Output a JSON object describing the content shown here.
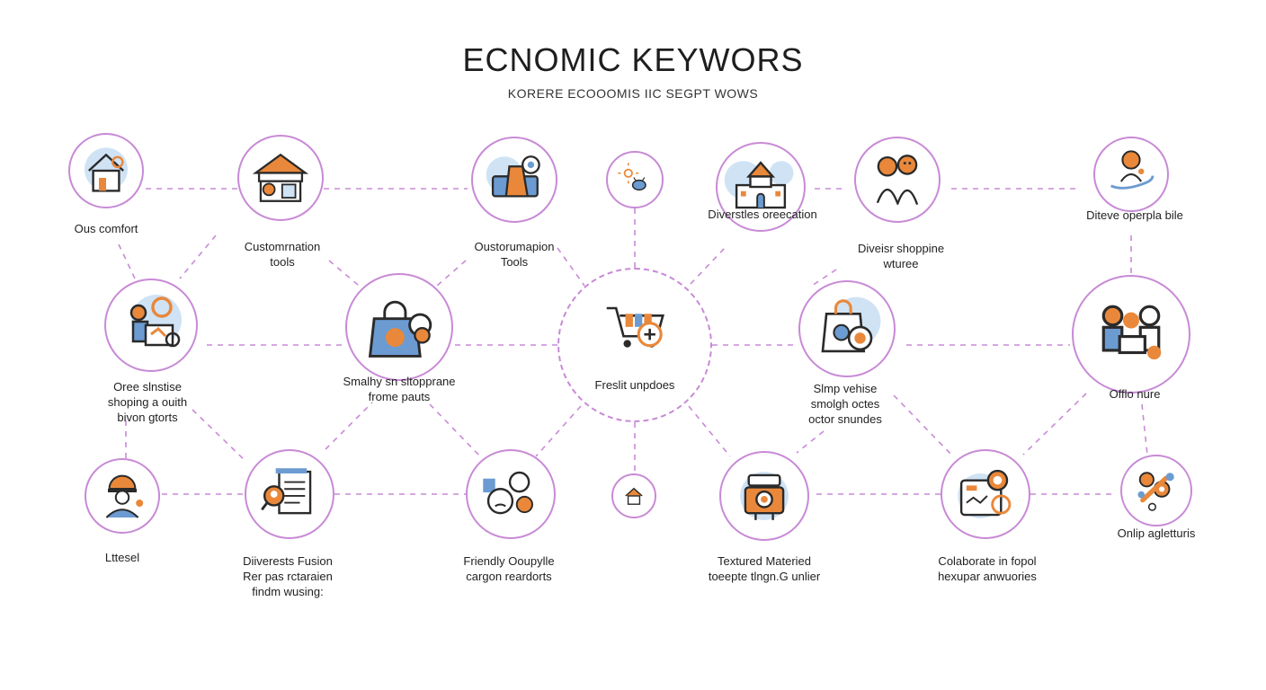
{
  "title": "ECNOMIC KEYWORS",
  "subtitle": "KORERE ECOOOMIS IIC SEGPT WOWS",
  "colors": {
    "accent": "#c88ad6",
    "orange": "#e9883a",
    "blue": "#6b9bd1",
    "lightblue": "#cfe3f5",
    "ink": "#2a2a2a"
  },
  "nodes": [
    {
      "id": "n1",
      "icon": "house-icon",
      "lines": [
        "Ous comfort"
      ]
    },
    {
      "id": "n2",
      "icon": "storefront-icon",
      "lines": [
        "Customrnation",
        "tools"
      ]
    },
    {
      "id": "n3",
      "icon": "printer-icon",
      "lines": [
        "Oustorumapion",
        "Tools"
      ]
    },
    {
      "id": "n4",
      "icon": "bug-sun-icon",
      "lines": []
    },
    {
      "id": "n5",
      "icon": "school-building-icon",
      "lines": [
        "Diverstles oreecation"
      ]
    },
    {
      "id": "n6",
      "icon": "two-people-icon",
      "lines": [
        "Diveisr shoppine",
        "wturee"
      ]
    },
    {
      "id": "n7",
      "icon": "hand-person-icon",
      "lines": [
        "Diteve operpla bile"
      ]
    },
    {
      "id": "n8",
      "icon": "shopper-icon",
      "lines": [
        "Oree slnstise",
        "shoping a ouith",
        "bivon gtorts"
      ]
    },
    {
      "id": "n9",
      "icon": "shopping-bag-icon",
      "lines": [
        "Smalhy sn sltopprane",
        "frome pauts"
      ]
    },
    {
      "id": "n10",
      "icon": "shopping-cart-icon",
      "lines": [
        "Freslit unpdoes"
      ]
    },
    {
      "id": "n11",
      "icon": "bag-icon",
      "lines": [
        "Slmp vehise",
        "smolgh octes",
        "octor snundes"
      ]
    },
    {
      "id": "n12",
      "icon": "team-icon",
      "lines": [
        "Offlo nure"
      ]
    },
    {
      "id": "n13",
      "icon": "worker-icon",
      "lines": [
        "Lttesel"
      ]
    },
    {
      "id": "n14",
      "icon": "document-search-icon",
      "lines": [
        "Diiverests Fusion",
        "Rer pas rctaraien",
        "findm wusing:"
      ]
    },
    {
      "id": "n15",
      "icon": "faces-icon",
      "lines": [
        "Friendly Ooupylle",
        "cargon reardorts"
      ]
    },
    {
      "id": "n16",
      "icon": "small-house-icon",
      "lines": []
    },
    {
      "id": "n17",
      "icon": "robot-icon",
      "lines": [
        "Textured Materied",
        "toeepte tlngn.G unlier"
      ]
    },
    {
      "id": "n18",
      "icon": "tablet-icon",
      "lines": [
        "Colaborate in fopol",
        "hexupar anwuories"
      ]
    },
    {
      "id": "n19",
      "icon": "gears-cluster-icon",
      "lines": [
        "Onlip agletturis"
      ]
    }
  ]
}
